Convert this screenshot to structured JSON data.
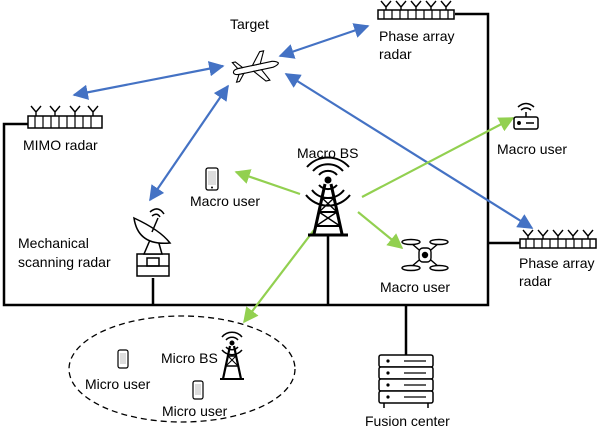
{
  "labels": {
    "target": "Target",
    "phase_array_radar_top_1": "Phase array",
    "phase_array_radar_top_2": "radar",
    "mimo_radar": "MIMO radar",
    "macro_bs": "Macro BS",
    "macro_user_right": "Macro user",
    "macro_user_left": "Macro user",
    "mechanical_radar_1": "Mechanical",
    "mechanical_radar_2": "scanning radar",
    "macro_user_drone": "Macro user",
    "phase_array_radar_right_1": "Phase array",
    "phase_array_radar_right_2": "radar",
    "micro_bs": "Micro BS",
    "micro_user_1": "Micro user",
    "micro_user_2": "Micro user",
    "fusion_center": "Fusion center"
  },
  "colors": {
    "sensing_link": "#4472c4",
    "communication_link": "#92d050",
    "backhaul": "#000000"
  },
  "icons": [
    "airplane-icon",
    "phased-array-antenna-icon",
    "mimo-antenna-icon",
    "router-icon",
    "smartphone-icon",
    "cell-tower-icon",
    "radar-dish-icon",
    "drone-icon",
    "server-rack-icon"
  ]
}
